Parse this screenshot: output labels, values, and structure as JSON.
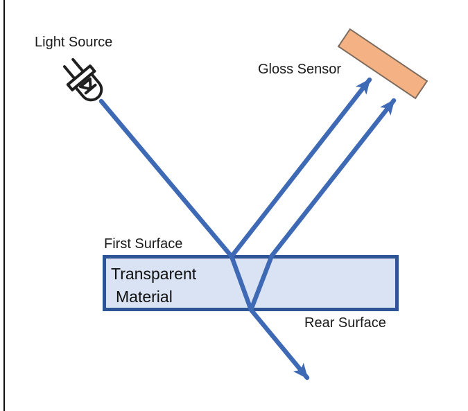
{
  "diagram": {
    "title": "Gloss sensor light reflection diagram",
    "labels": {
      "light_source": "Light Source",
      "gloss_sensor": "Gloss Sensor",
      "first_surface": "First Surface",
      "rear_surface": "Rear Surface",
      "material_line1": "Transparent",
      "material_line2": "Material"
    },
    "colors": {
      "ray_blue": "#3e69b4",
      "material_fill": "#dae3f3",
      "material_border": "#2e5496",
      "sensor_fill": "#f4b183",
      "sensor_border": "#7d6b5d",
      "icon_stroke": "#1f1f1f",
      "icon_fill": "#ffffff",
      "text": "#1a1a1a"
    },
    "icons": [
      "led-light-source-icon"
    ],
    "rays": [
      {
        "name": "incident-ray",
        "from": "light-source",
        "to": "first-surface",
        "arrowhead": false
      },
      {
        "name": "first-surface-reflection-ray",
        "from": "first-surface",
        "to": "gloss-sensor",
        "arrowhead": true
      },
      {
        "name": "internal-refracted-ray",
        "from": "first-surface",
        "to": "rear-surface",
        "arrowhead": false
      },
      {
        "name": "rear-surface-reflection-ray",
        "from": "rear-surface",
        "to": "gloss-sensor",
        "arrowhead": true
      },
      {
        "name": "transmitted-ray",
        "from": "rear-surface",
        "to": "below-material",
        "arrowhead": true
      }
    ]
  }
}
